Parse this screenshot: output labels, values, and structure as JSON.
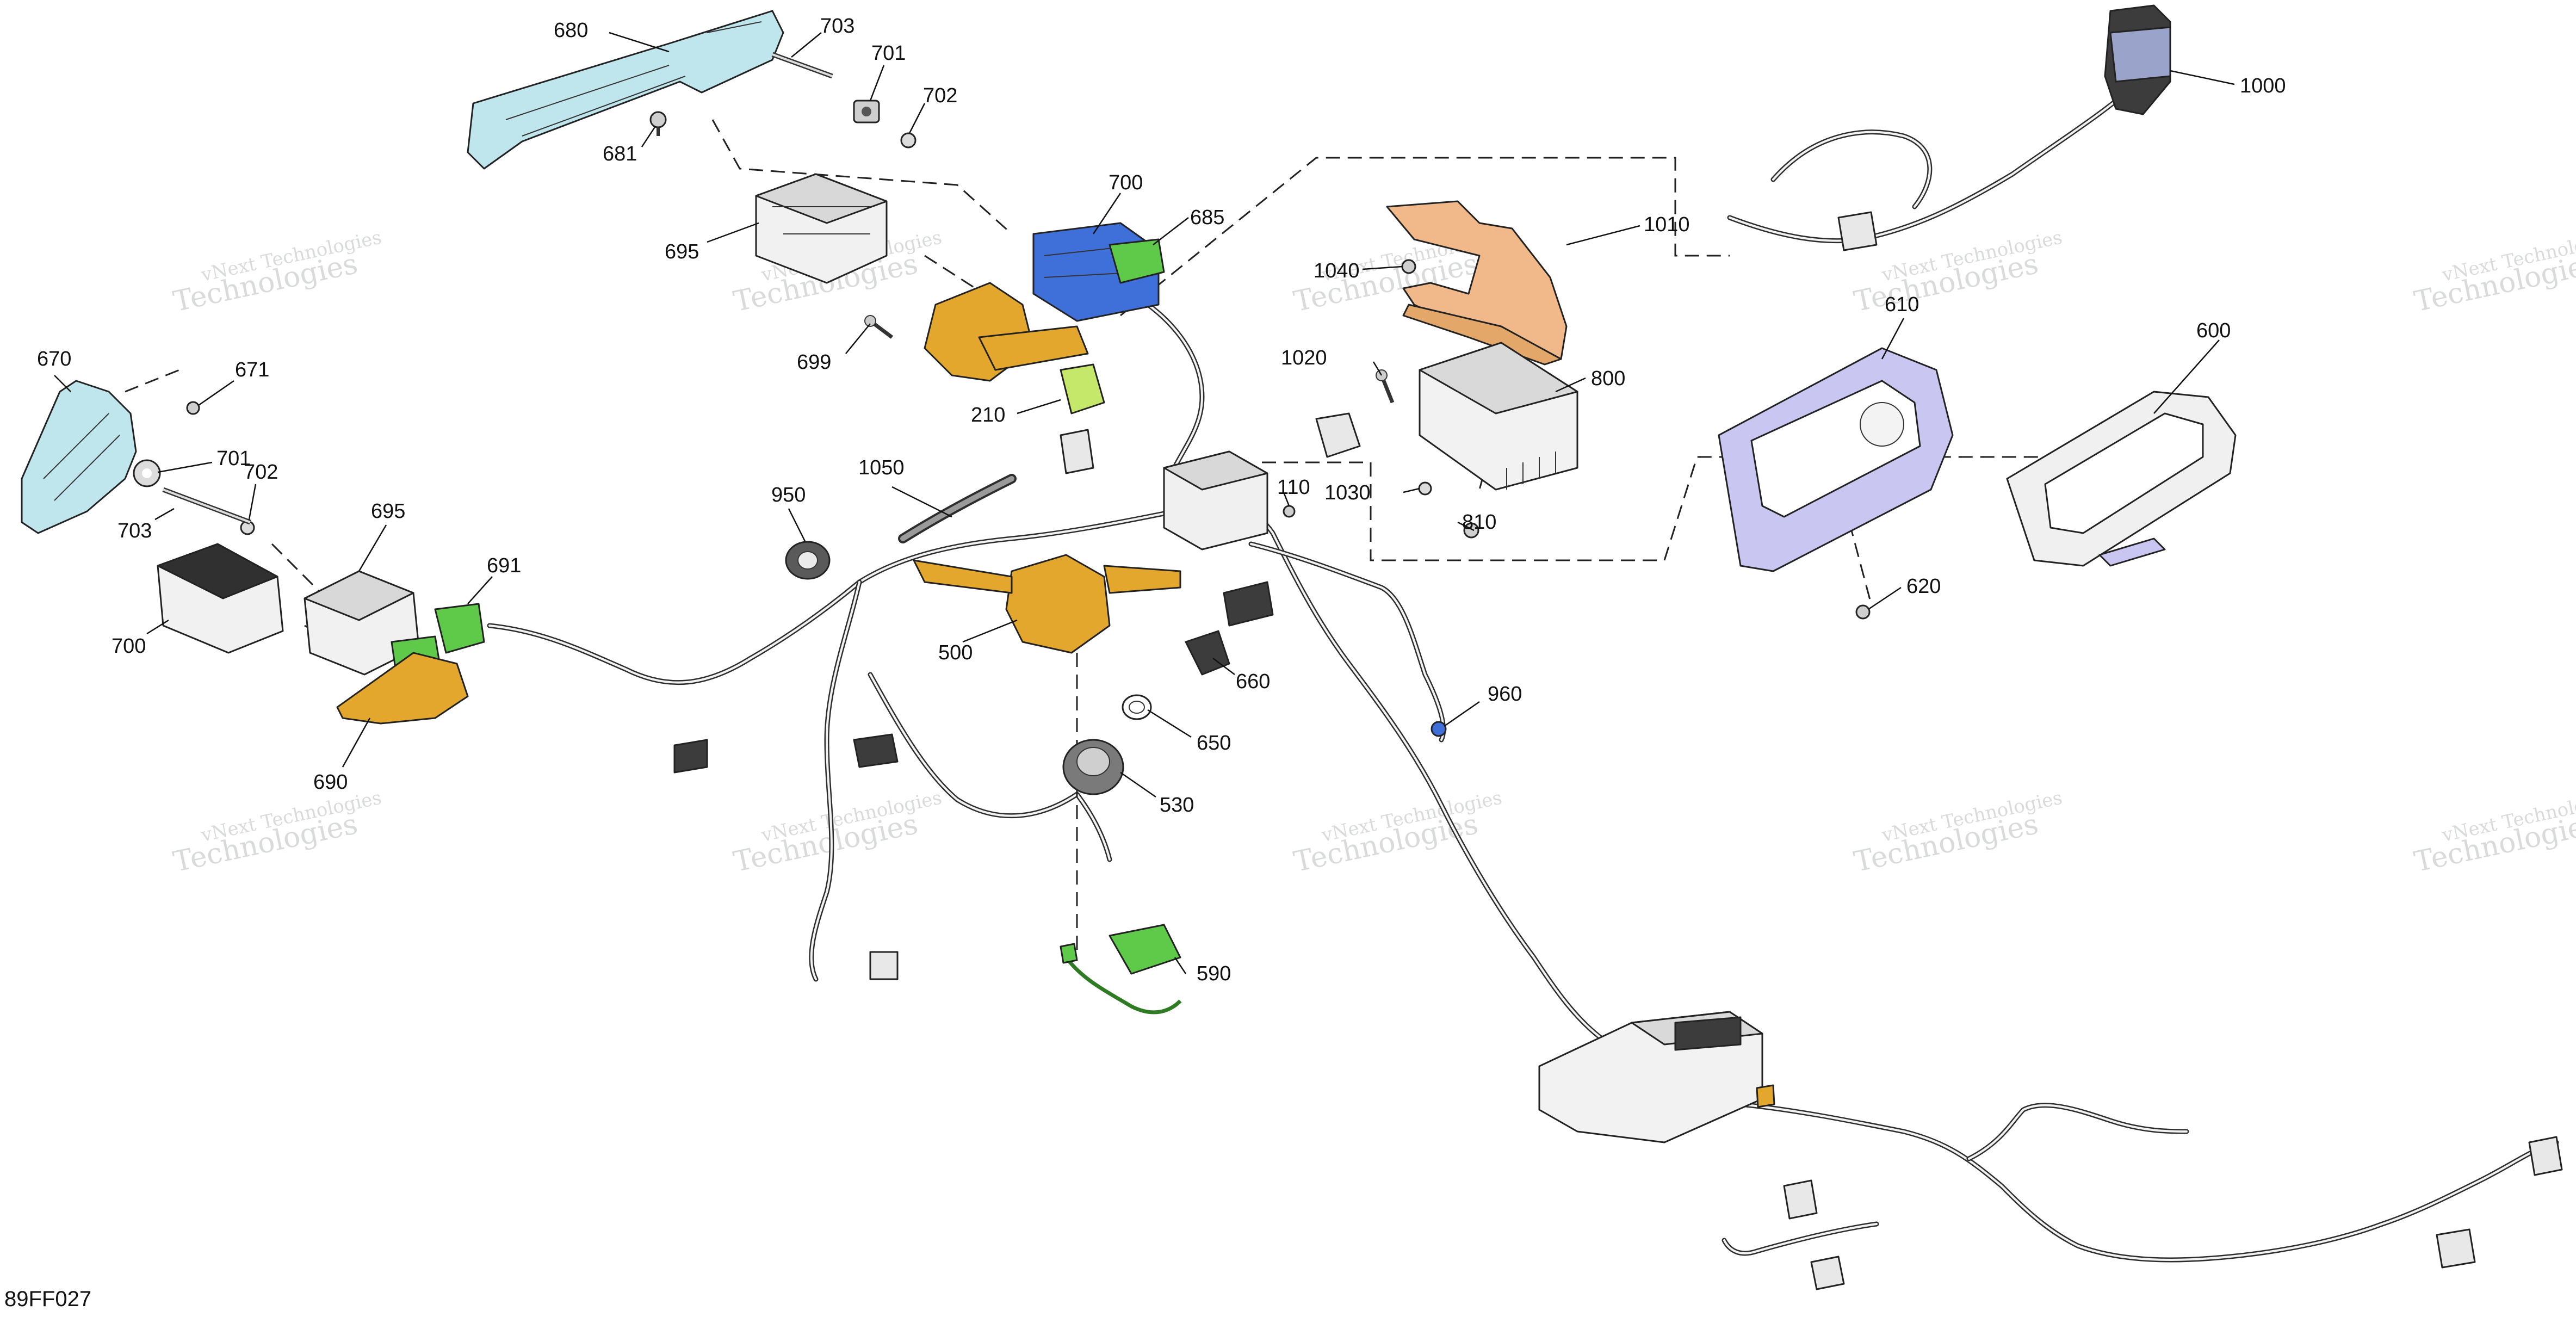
{
  "diagram_code": "89FF027",
  "watermark": {
    "line1": "vNext Technologies",
    "line2": "Technologies"
  },
  "callouts": [
    "680",
    "703",
    "701",
    "702",
    "681",
    "700",
    "685",
    "695",
    "699",
    "210",
    "1010",
    "1040",
    "1020",
    "800",
    "1030",
    "810",
    "110",
    "1000",
    "610",
    "600",
    "620",
    "670",
    "671",
    "701",
    "702",
    "703",
    "695",
    "691",
    "700",
    "690",
    "1050",
    "950",
    "500",
    "660",
    "650",
    "530",
    "590",
    "960"
  ],
  "colors": {
    "blue": "#3f6fd8",
    "green": "#5fc94a",
    "light_green": "#c6e86a",
    "orange": "#e3a72e",
    "peach": "#f1b98a",
    "cyan": "#bfe6ec",
    "lavender": "#c9c7f2",
    "wire_gray": "#e6e6e6"
  }
}
